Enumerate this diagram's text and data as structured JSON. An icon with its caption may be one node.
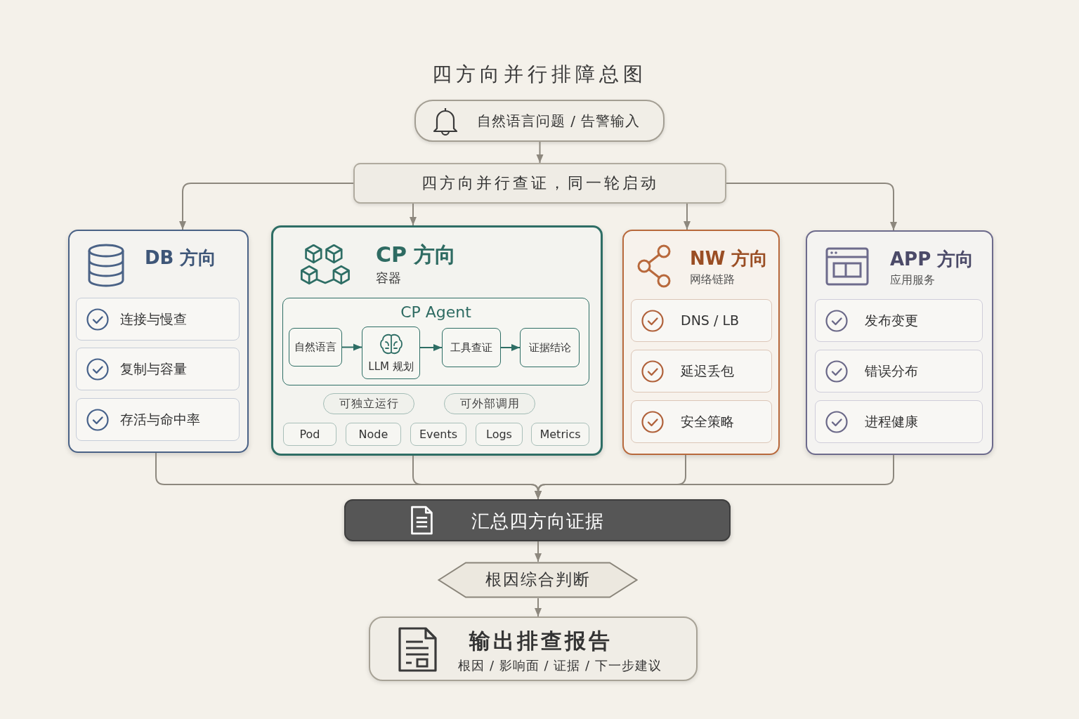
{
  "diagram": {
    "title": "四方向并行排障总图",
    "nodes": [
      {
        "text": [
          "自然语言问题 / 告警输入"
        ]
      },
      {
        "text": [
          "四方向并行查证，同一轮启动"
        ]
      },
      {
        "text": [
          "DB 方向"
        ]
      },
      {
        "text": [
          "连接与慢查"
        ],
        "in": 2
      },
      {
        "text": [
          "复制与容量"
        ],
        "in": 2
      },
      {
        "text": [
          "存活与命中率"
        ],
        "in": 2
      },
      {
        "text": [
          "CP 方向",
          "容器"
        ]
      },
      {
        "text": [
          "CP Agent"
        ],
        "in": 6
      },
      {
        "text": [
          "自然语言"
        ],
        "in": 7
      },
      {
        "text": [
          "LLM 规划"
        ],
        "in": 7
      },
      {
        "text": [
          "工具查证"
        ],
        "in": 7
      },
      {
        "text": [
          "证据结论"
        ],
        "in": 7
      },
      {
        "text": [
          "可独立运行"
        ],
        "in": 6
      },
      {
        "text": [
          "可外部调用"
        ],
        "in": 6
      },
      {
        "text": [
          "Pod"
        ],
        "in": 6
      },
      {
        "text": [
          "Node"
        ],
        "in": 6
      },
      {
        "text": [
          "Events"
        ],
        "in": 6
      },
      {
        "text": [
          "Logs"
        ],
        "in": 6
      },
      {
        "text": [
          "Metrics"
        ],
        "in": 6
      },
      {
        "text": [
          "NW 方向",
          "网络链路"
        ]
      },
      {
        "text": [
          "DNS / LB"
        ],
        "in": 19
      },
      {
        "text": [
          "延迟丢包"
        ],
        "in": 19
      },
      {
        "text": [
          "安全策略"
        ],
        "in": 19
      },
      {
        "text": [
          "APP 方向",
          "应用服务"
        ]
      },
      {
        "text": [
          "发布变更"
        ],
        "in": 23
      },
      {
        "text": [
          "错误分布"
        ],
        "in": 23
      },
      {
        "text": [
          "进程健康"
        ],
        "in": 23
      },
      {
        "text": [
          "汇总四方向证据"
        ]
      },
      {
        "text": [
          "根因综合判断"
        ]
      },
      {
        "text": [
          "输出排查报告",
          "根因 / 影响面 / 证据 / 下一步建议"
        ]
      }
    ],
    "edges": [
      {
        "from": 0,
        "to": 1,
        "arrow": "to"
      },
      {
        "from": 1,
        "to": 2,
        "arrow": "to"
      },
      {
        "from": 1,
        "to": 6,
        "arrow": "to"
      },
      {
        "from": 1,
        "to": 19,
        "arrow": "to"
      },
      {
        "from": 1,
        "to": 23,
        "arrow": "to"
      },
      {
        "from": 2,
        "to": 27,
        "arrow": "to"
      },
      {
        "from": 6,
        "to": 27,
        "arrow": "to"
      },
      {
        "from": 19,
        "to": 27,
        "arrow": "to"
      },
      {
        "from": 23,
        "to": 27,
        "arrow": "to"
      },
      {
        "from": 8,
        "to": 9,
        "arrow": "to",
        "color": "#2e6e65"
      },
      {
        "from": 9,
        "to": 10,
        "arrow": "to",
        "color": "#2e6e65"
      },
      {
        "from": 10,
        "to": 11,
        "arrow": "to",
        "color": "#2e6e65"
      },
      {
        "from": 27,
        "to": 28,
        "arrow": "to"
      },
      {
        "from": 28,
        "to": 29,
        "arrow": "to"
      }
    ]
  }
}
